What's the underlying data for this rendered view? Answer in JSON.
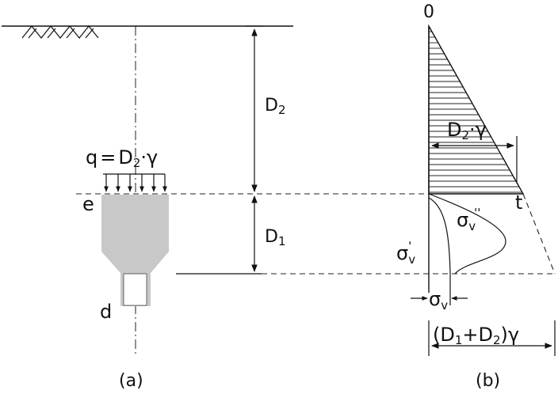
{
  "panel_a": {
    "caption": "(a)",
    "load_label": {
      "q": "q",
      "eq": "=",
      "D": "D",
      "sub": "2",
      "dot": "·",
      "gamma": "γ"
    },
    "point_e": "e",
    "point_d": "d",
    "dim_upper": {
      "D": "D",
      "sub": "2"
    },
    "dim_lower": {
      "D": "D",
      "sub": "1"
    }
  },
  "panel_b": {
    "caption": "(b)",
    "origin": "0",
    "point_t": "t",
    "width_label": {
      "D": "D",
      "sub": "2",
      "dot": "·",
      "gamma": "γ"
    },
    "sigma_v_double": {
      "s": "σ",
      "sub": "v",
      "sup": "''"
    },
    "sigma_v_prime": {
      "s": "σ",
      "sub": "v",
      "sup": "'"
    },
    "sigma_v": {
      "s": "σ",
      "sub": "v"
    },
    "bottom_label": {
      "open": "(D",
      "sub1": "1",
      "plus": "+D",
      "sub2": "2",
      "close": ")γ"
    }
  },
  "colors": {
    "pile": "#c8c8c8",
    "ink": "#111111"
  }
}
